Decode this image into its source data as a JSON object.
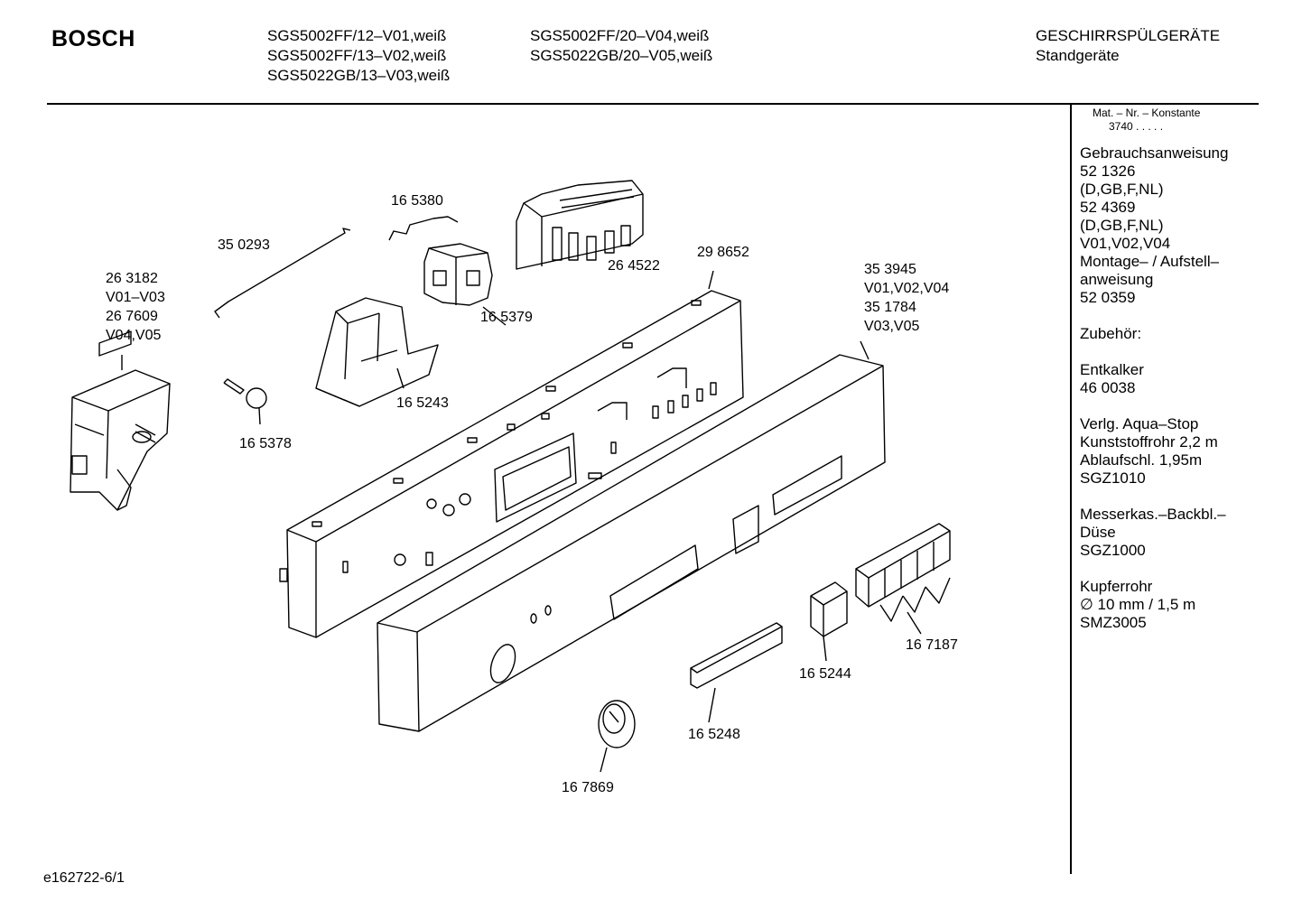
{
  "header": {
    "brand": "BOSCH",
    "models_col1": [
      "SGS5002FF/12–V01,weiß",
      "SGS5002FF/13–V02,weiß",
      "SGS5022GB/13–V03,weiß"
    ],
    "models_col2": [
      "SGS5002FF/20–V04,weiß",
      "SGS5022GB/20–V05,weiß"
    ],
    "category": "GESCHIRRSPÜLGERÄTE",
    "subcategory": "Standgeräte"
  },
  "sidebar": {
    "mat_label": "Mat. – Nr. – Konstante",
    "mat_value": "3740  .  .  .  .  .",
    "lines": [
      "Gebrauchsanweisung",
      "52 1326",
      "(D,GB,F,NL)",
      "52 4369",
      "(D,GB,F,NL)",
      "V01,V02,V04",
      "Montage– / Aufstell–",
      "anweisung",
      "52 0359",
      "",
      "Zubehör:",
      "",
      "Entkalker",
      "46 0038",
      "",
      "Verlg. Aqua–Stop",
      "Kunststoffrohr 2,2 m",
      "Ablaufschl. 1,95m",
      "SGZ1010",
      "",
      "Messerkas.–Backbl.–",
      "Düse",
      "SGZ1000",
      "",
      "Kupferrohr",
      "∅ 10 mm / 1,5 m",
      "SMZ3005"
    ]
  },
  "parts": {
    "p350293": "35 0293",
    "p165380": "16 5380",
    "p264522": "26 4522",
    "p298652": "29 8652",
    "p263182": [
      "26 3182",
      "V01–V03",
      "26 7609",
      "V04,V05"
    ],
    "p165379": "16 5379",
    "p353945": [
      "35 3945",
      "V01,V02,V04",
      "35 1784",
      "V03,V05"
    ],
    "p165243": "16 5243",
    "p165378": "16 5378",
    "p167187": "16 7187",
    "p165244": "16 5244",
    "p165248": "16 5248",
    "p167869": "16 7869"
  },
  "footer": {
    "drawing_id": "e162722-6/1"
  }
}
